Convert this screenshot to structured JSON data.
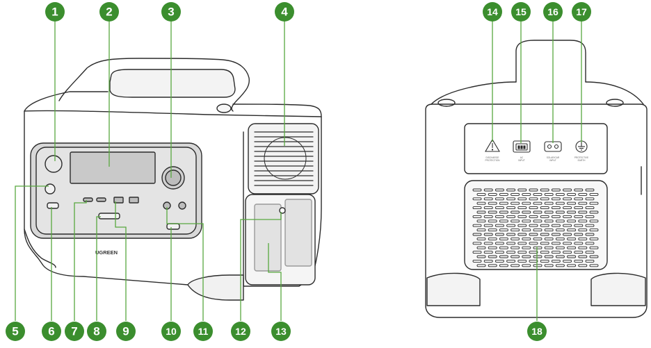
{
  "colors": {
    "callout_fill": "#3b8e2e",
    "leader_line": "#58a83f",
    "outline": "#2b2b2b",
    "panel_fill": "#d8d8d8",
    "screen_fill": "#c9c9c9",
    "ac_panel_fill": "#e2e2e2"
  },
  "front_view": {
    "brand_logo": "UGREEN",
    "callouts": [
      "1",
      "2",
      "3",
      "4",
      "5",
      "6",
      "7",
      "8",
      "9",
      "10",
      "11",
      "12",
      "13"
    ]
  },
  "back_view": {
    "callouts": [
      "14",
      "15",
      "16",
      "17",
      "18"
    ],
    "icons": [
      "warning-triangle-icon",
      "ac-input-icon",
      "solar-car-input-icon",
      "protective-earth-icon"
    ],
    "port_labels": [
      {
        "line1": "DISCHARGE",
        "line2": "PROTECTION"
      },
      {
        "line1": "AC",
        "line2": "INPUT"
      },
      {
        "line1": "SOLAR/CAR",
        "line2": "INPUT"
      },
      {
        "line1": "PROTECTIVE",
        "line2": "EARTH"
      }
    ]
  }
}
